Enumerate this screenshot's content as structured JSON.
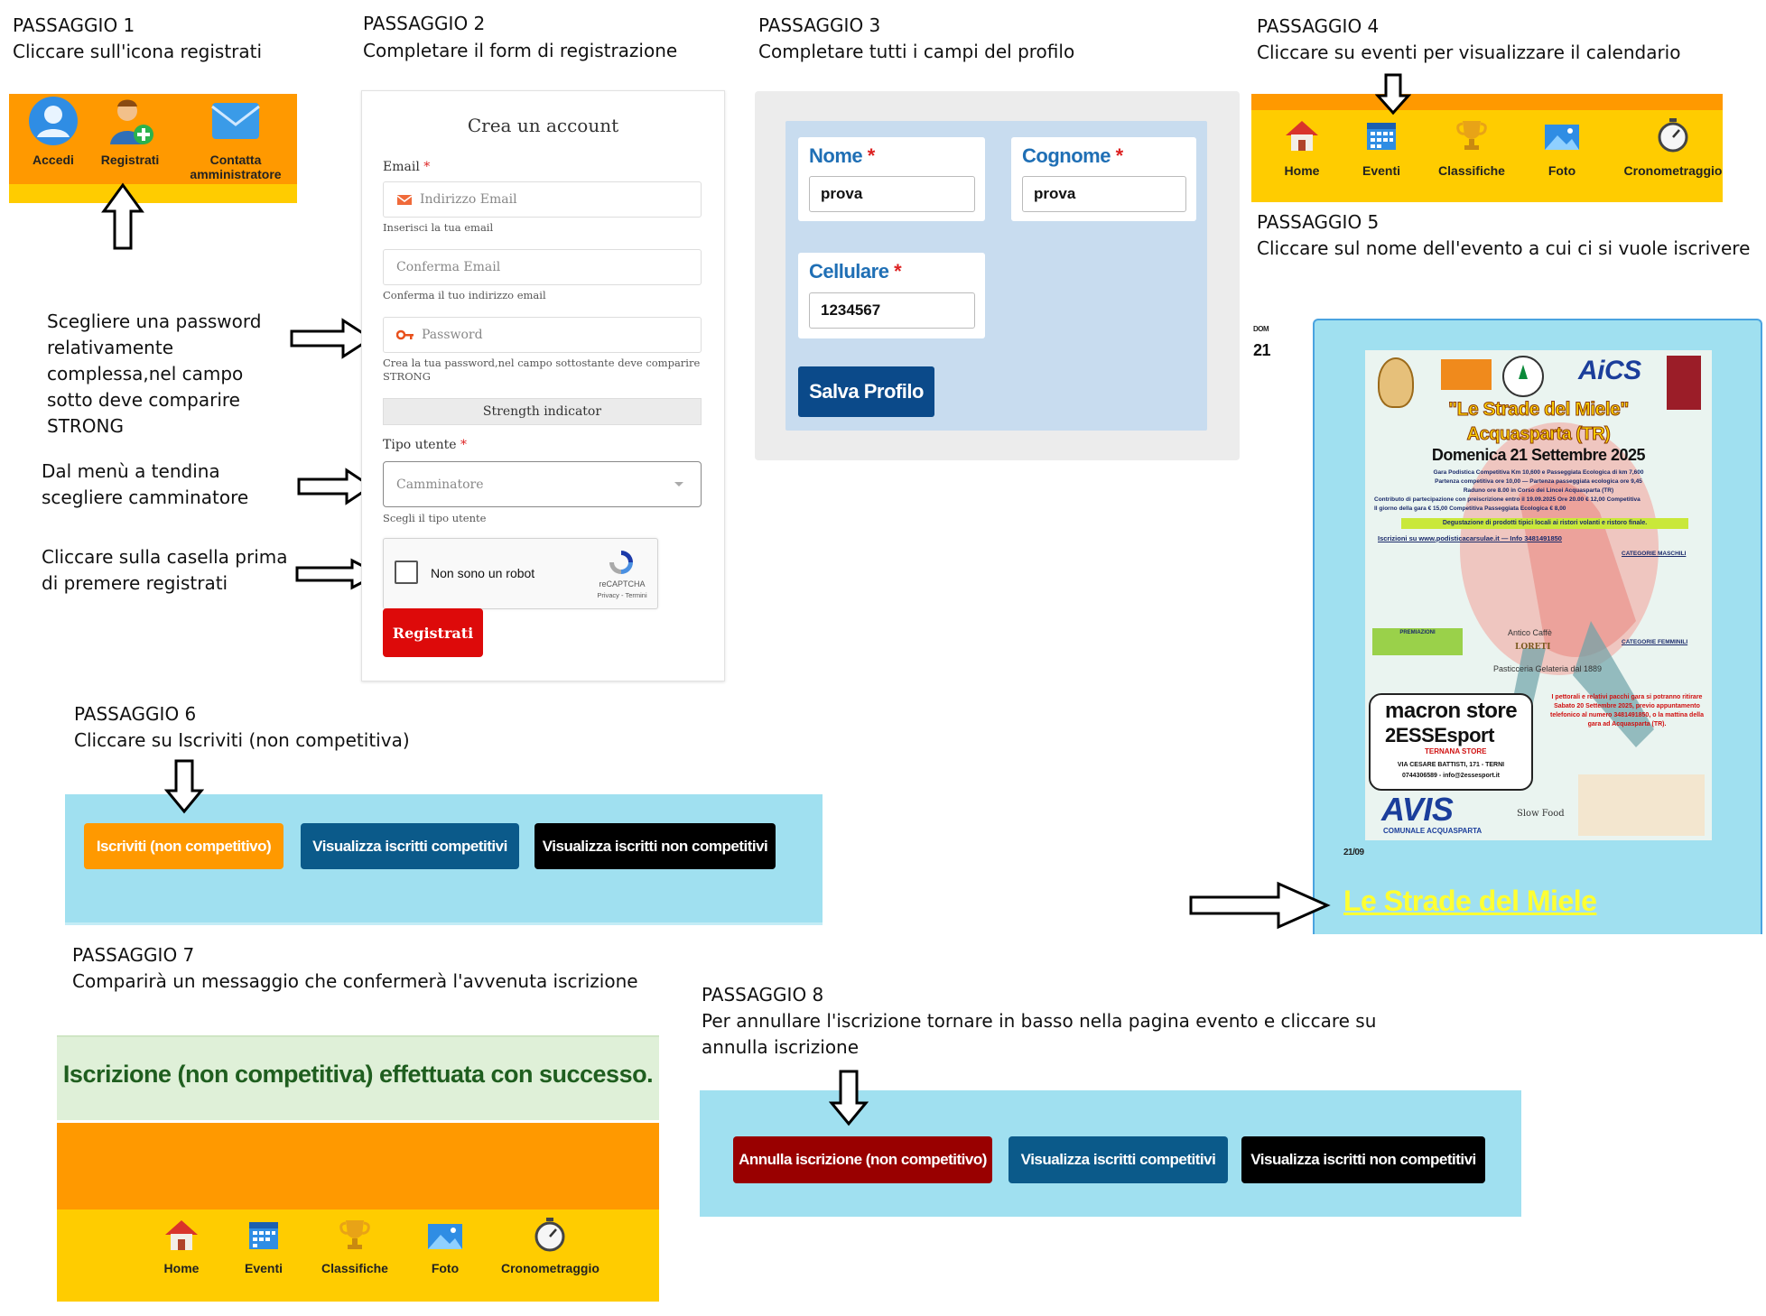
{
  "steps": {
    "s1": {
      "title": "PASSAGGIO 1",
      "text": "Cliccare sull'icona registrati"
    },
    "s2": {
      "title": "PASSAGGIO 2",
      "text": "Completare il form di registrazione"
    },
    "s3": {
      "title": "PASSAGGIO 3",
      "text": "Completare tutti i campi del profilo"
    },
    "s4": {
      "title": "PASSAGGIO 4",
      "text": "Cliccare su eventi per visualizzare il calendario"
    },
    "s5": {
      "title": "PASSAGGIO 5",
      "text": "Cliccare sul nome dell'evento a cui ci si vuole iscrivere"
    },
    "s6": {
      "title": "PASSAGGIO 6",
      "text": "Cliccare su Iscriviti (non competitiva)"
    },
    "s7": {
      "title": "PASSAGGIO 7",
      "text": "Comparirà un messaggio che confermerà l'avvenuta iscrizione"
    },
    "s8": {
      "title": "PASSAGGIO 8",
      "text_line1": "Per annullare l'iscrizione tornare in basso nella pagina evento e cliccare su",
      "text_line2": "annulla iscrizione"
    }
  },
  "notes": {
    "password": "Scegliere una password relativamente complessa,nel campo sotto deve comparire STRONG",
    "tipo": "Dal menù a tendina scegliere camminatore",
    "captcha": "Cliccare sulla casella prima di premere registrati"
  },
  "topnav": {
    "accedi": "Accedi",
    "registrati": "Registrati",
    "contatta": "Contatta amministratore"
  },
  "menu": {
    "home": "Home",
    "eventi": "Eventi",
    "classifiche": "Classifiche",
    "foto": "Foto",
    "crono": "Cronometraggio"
  },
  "form": {
    "title": "Crea un account",
    "email_label": "Email",
    "email_placeholder": "Indirizzo Email",
    "email_hint": "Inserisci la tua email",
    "confirm_placeholder": "Conferma Email",
    "confirm_hint": "Conferma il tuo indirizzo email",
    "password_placeholder": "Password",
    "password_hint_1": "Crea la tua password,nel campo sottostante deve comparire",
    "password_hint_2": "STRONG",
    "strength": "Strength indicator",
    "tipo_label": "Tipo utente",
    "tipo_value": "Camminatore",
    "tipo_hint": "Scegli il tipo utente",
    "captcha_label": "Non sono un robot",
    "captcha_brand": "reCAPTCHA",
    "captcha_links": "Privacy - Termini",
    "submit": "Registrati",
    "required_mark": "*"
  },
  "profile": {
    "nome_label": "Nome",
    "nome_value": "prova",
    "cognome_label": "Cognome",
    "cognome_value": "prova",
    "cell_label": "Cellulare",
    "cell_value": "1234567",
    "save": "Salva Profilo",
    "required_mark": "*"
  },
  "calendar": {
    "dow": "DOM",
    "day": "21",
    "date": "21/09",
    "event_link": "Le Strade del Miele"
  },
  "poster": {
    "title": "\"Le Strade del Miele\"",
    "place": "Acquasparta (TR)",
    "date": "Domenica 21 Settembre 2025",
    "line1": "Gara Podistica Competitiva Km 10,600 e Passeggiata Ecologica di km 7,600",
    "line2": "Partenza competitiva ore 10,00 — Partenza passeggiata ecologica ore 9,45",
    "line3": "Raduno ore 8.00 in Corso dei Lincei Acquasparta (TR)",
    "line4": "Contributo di partecipazione con preiscrizione entro il 19.09.2025 Ore 20.00 € 12,00 Competitiva",
    "line5": "Il giorno della gara € 15,00 Competitiva            Passeggiata Ecologica € 8,00",
    "degust": "Degustazione di prodotti tipici locali ai ristori volanti e ristoro finale.",
    "iscrizioni": "Iscrizioni su   www.podisticacarsulae.it — Info 3481491850",
    "cat_m": "CATEGORIE MASCHILI",
    "cat_f": "CATEGORIE FEMMINILI",
    "premiazioni": "PREMIAZIONI",
    "macron": "macron store",
    "essesport": "2ESSEsport",
    "ternana": "TERNANA STORE",
    "addr": "VIA CESARE BATTISTI, 171 - TERNI",
    "phone": "0744306589 - info@2essesport.it",
    "avis": "AVIS",
    "avis_sub": "COMUNALE ACQUASPARTA",
    "aics": "AiCS",
    "antico": "Antico Caffè",
    "loreti": "LORETI",
    "gelateria": "Pasticceria Gelateria dal 1889",
    "slowfood": "Slow Food",
    "pettorali": "I pettorali e relativi pacchi gara si potranno ritirare Sabato 20 Settembre 2025, previo appuntamento telefonico al numero 3481491850, o la mattina della gara ad Acquasparta (TR)."
  },
  "actions6": {
    "iscriviti": "Iscriviti (non competitivo)",
    "vis_comp": "Visualizza iscritti competitivi",
    "vis_noncomp": "Visualizza iscritti non competitivi"
  },
  "success": {
    "message": "Iscrizione (non competitiva) effettuata con successo."
  },
  "actions8": {
    "annulla": "Annulla iscrizione (non competitivo)",
    "vis_comp": "Visualizza iscritti competitivi",
    "vis_noncomp": "Visualizza iscritti non competitivi"
  },
  "colors": {
    "orange": "#ff9900",
    "yellow": "#ffcc00",
    "lightblue": "#a0e0f0",
    "navy": "#0b4a8a",
    "red": "#dd0a0a",
    "darkred": "#990000",
    "green_text": "#1f5e1f",
    "green_bg": "#dff0d8"
  }
}
